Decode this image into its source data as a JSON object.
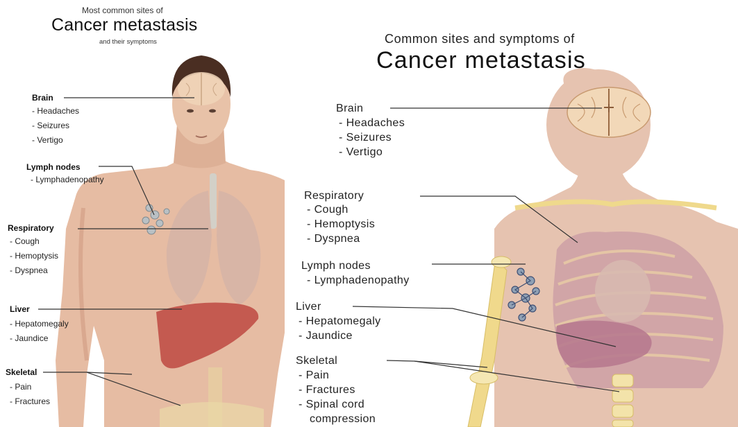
{
  "left": {
    "heading_line1": "Most common sites of",
    "heading_line2": "Cancer metastasis",
    "heading_line3": "and their symptoms",
    "sites": [
      {
        "name": "Brain",
        "symptoms": [
          "- Headaches",
          "- Seizures",
          "- Vertigo"
        ]
      },
      {
        "name": "Lymph nodes",
        "symptoms": [
          "- Lymphadenopathy"
        ]
      },
      {
        "name": "Respiratory",
        "symptoms": [
          "- Cough",
          "- Hemoptysis",
          "- Dyspnea"
        ]
      },
      {
        "name": "Liver",
        "symptoms": [
          "- Hepatomegaly",
          "- Jaundice"
        ]
      },
      {
        "name": "Skeletal",
        "symptoms": [
          "- Pain",
          "- Fractures"
        ]
      }
    ]
  },
  "right": {
    "heading_line1": "Common sites and symptoms of",
    "heading_line2": "Cancer metastasis",
    "sites": [
      {
        "name": "Brain",
        "symptoms": [
          "- Headaches",
          "- Seizures",
          "- Vertigo"
        ]
      },
      {
        "name": "Respiratory",
        "symptoms": [
          "- Cough",
          "- Hemoptysis",
          "- Dyspnea"
        ]
      },
      {
        "name": "Lymph nodes",
        "symptoms": [
          "- Lymphadenopathy"
        ]
      },
      {
        "name": "Liver",
        "symptoms": [
          "- Hepatomegaly",
          "- Jaundice"
        ]
      },
      {
        "name": "Skeletal",
        "symptoms": [
          "- Pain",
          "- Fractures",
          "- Spinal cord",
          "compression"
        ]
      }
    ]
  },
  "colors": {
    "left_skin": "#e8c0a8",
    "liver": "#c8554e",
    "lungs": "#d9b6a8",
    "right_skin": "#e8c6b3",
    "bone": "#f0d98c",
    "brain": "#f2dcc0",
    "leader_line": "#333333"
  }
}
